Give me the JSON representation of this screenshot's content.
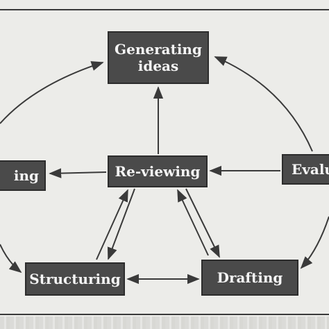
{
  "diagram": {
    "nodes": {
      "generating": {
        "line1": "Generating",
        "line2": "ideas"
      },
      "reviewing": {
        "label": "Re-viewing"
      },
      "planning": {
        "label": "ing"
      },
      "evaluating": {
        "label": "Evalu"
      },
      "structuring": {
        "label": "Structuring"
      },
      "drafting": {
        "label": "Drafting"
      }
    },
    "colors": {
      "box_fill": "#4a4a4a",
      "box_text": "#f5f5f5",
      "arrow": "#3a3a3a",
      "background": "#ecece9"
    }
  }
}
